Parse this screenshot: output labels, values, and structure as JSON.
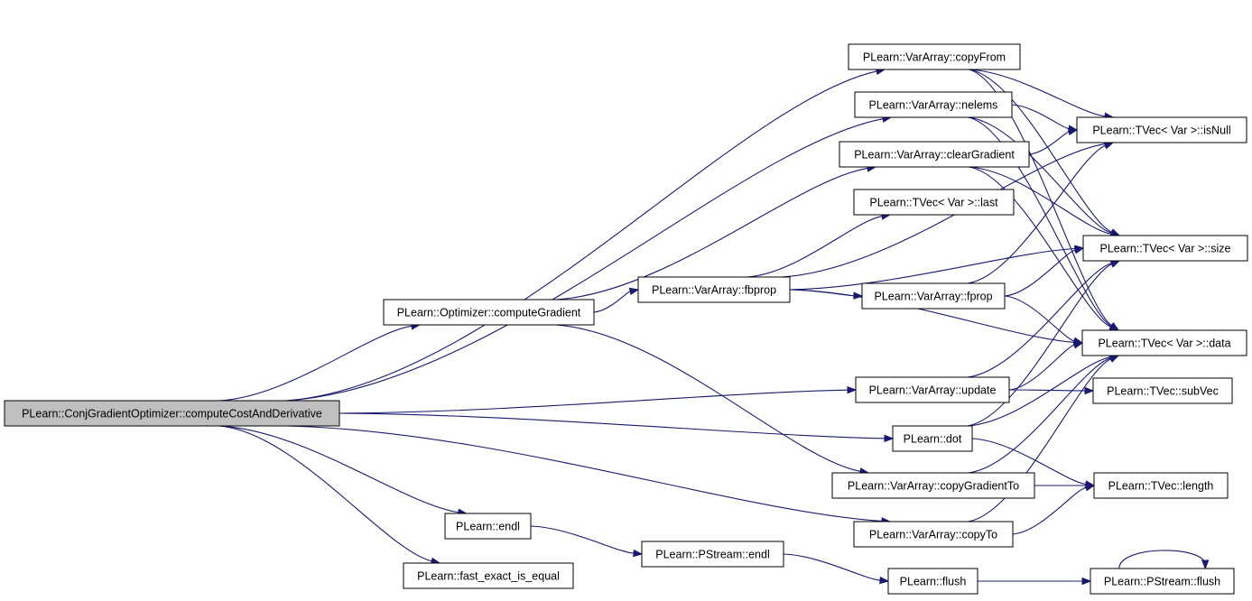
{
  "nodes": {
    "root": "PLearn::ConjGradientOptimizer::computeCostAndDerivative",
    "compute_gradient": "PLearn::Optimizer::computeGradient",
    "endl": "PLearn::endl",
    "fast_exact_is_equal": "PLearn::fast_exact_is_equal",
    "fbprop": "PLearn::VarArray::fbprop",
    "pstream_endl": "PLearn::PStream::endl",
    "copy_from": "PLearn::VarArray::copyFrom",
    "nelems": "PLearn::VarArray::nelems",
    "clear_gradient": "PLearn::VarArray::clearGradient",
    "tvec_last": "PLearn::TVec< Var >::last",
    "fprop": "PLearn::VarArray::fprop",
    "update": "PLearn::VarArray::update",
    "dot": "PLearn::dot",
    "copy_gradient_to": "PLearn::VarArray::copyGradientTo",
    "copy_to": "PLearn::VarArray::copyTo",
    "flush": "PLearn::flush",
    "is_null": "PLearn::TVec< Var >::isNull",
    "size": "PLearn::TVec< Var >::size",
    "data": "PLearn::TVec< Var >::data",
    "sub_vec": "PLearn::TVec::subVec",
    "length": "PLearn::TVec::length",
    "pstream_flush": "PLearn::PStream::flush"
  },
  "edges": [
    [
      "root",
      "copy_from"
    ],
    [
      "root",
      "nelems"
    ],
    [
      "root",
      "compute_gradient"
    ],
    [
      "root",
      "update"
    ],
    [
      "root",
      "dot"
    ],
    [
      "root",
      "copy_to"
    ],
    [
      "root",
      "endl"
    ],
    [
      "root",
      "fast_exact_is_equal"
    ],
    [
      "compute_gradient",
      "clear_gradient"
    ],
    [
      "compute_gradient",
      "fbprop"
    ],
    [
      "compute_gradient",
      "copy_gradient_to"
    ],
    [
      "fbprop",
      "tvec_last"
    ],
    [
      "fbprop",
      "is_null"
    ],
    [
      "fbprop",
      "size"
    ],
    [
      "fbprop",
      "fprop"
    ],
    [
      "fbprop",
      "data"
    ],
    [
      "copy_from",
      "is_null"
    ],
    [
      "copy_from",
      "size"
    ],
    [
      "copy_from",
      "data"
    ],
    [
      "nelems",
      "is_null"
    ],
    [
      "nelems",
      "size"
    ],
    [
      "nelems",
      "data"
    ],
    [
      "clear_gradient",
      "is_null"
    ],
    [
      "clear_gradient",
      "size"
    ],
    [
      "clear_gradient",
      "data"
    ],
    [
      "fprop",
      "is_null"
    ],
    [
      "fprop",
      "size"
    ],
    [
      "fprop",
      "data"
    ],
    [
      "update",
      "size"
    ],
    [
      "update",
      "data"
    ],
    [
      "update",
      "sub_vec"
    ],
    [
      "dot",
      "size"
    ],
    [
      "dot",
      "data"
    ],
    [
      "dot",
      "length"
    ],
    [
      "copy_gradient_to",
      "data"
    ],
    [
      "copy_gradient_to",
      "length"
    ],
    [
      "copy_to",
      "data"
    ],
    [
      "copy_to",
      "length"
    ],
    [
      "endl",
      "pstream_endl"
    ],
    [
      "pstream_endl",
      "flush"
    ],
    [
      "flush",
      "pstream_flush"
    ],
    [
      "pstream_flush",
      "pstream_flush"
    ]
  ]
}
